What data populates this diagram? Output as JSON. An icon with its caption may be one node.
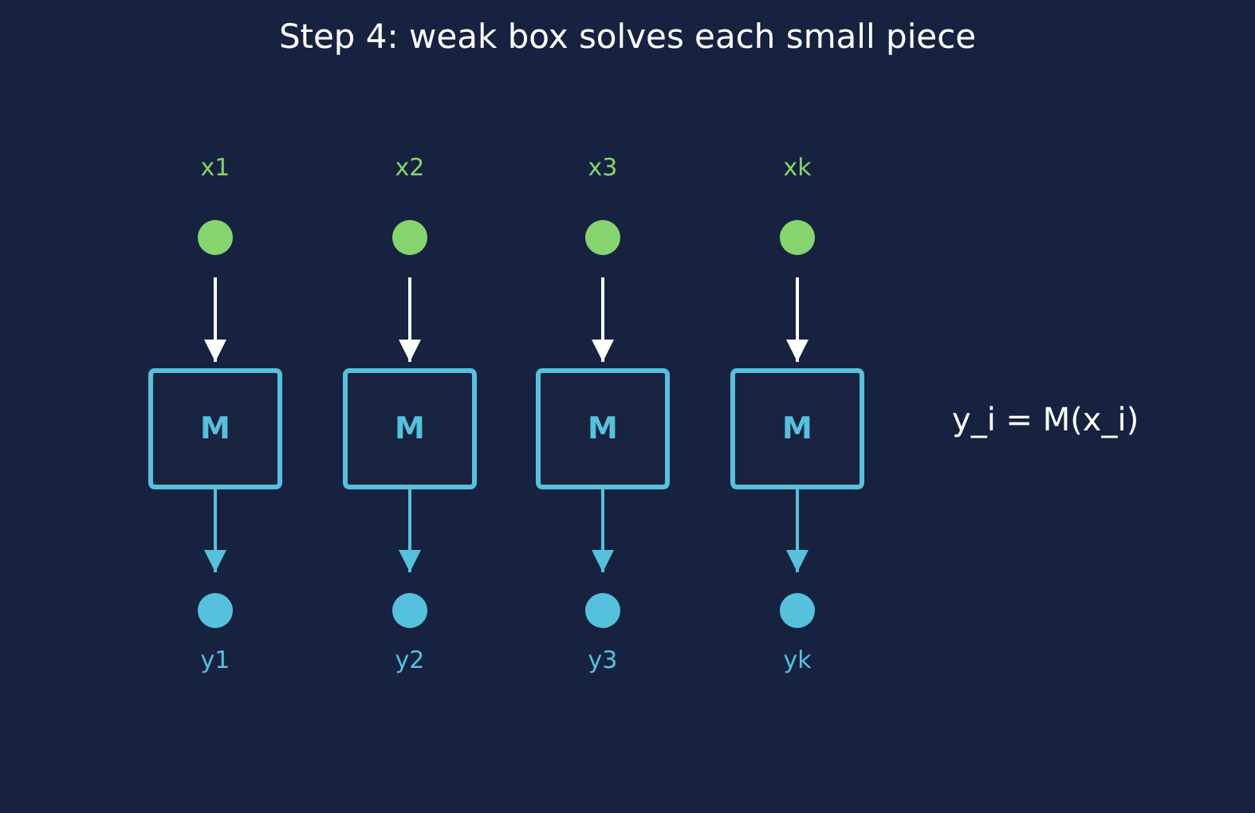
{
  "diagram": {
    "title": "Step 4: weak box solves each small piece",
    "nodes": [
      {
        "text": [],
        "shape": "circle",
        "beside": [
          "x1"
        ]
      },
      {
        "text": [],
        "shape": "circle",
        "beside": [
          "x2"
        ]
      },
      {
        "text": [],
        "shape": "circle",
        "beside": [
          "x3"
        ]
      },
      {
        "text": [],
        "shape": "circle",
        "beside": [
          "xk"
        ]
      },
      {
        "text": [
          "M"
        ]
      },
      {
        "text": [
          "M"
        ]
      },
      {
        "text": [
          "M"
        ]
      },
      {
        "text": [
          "M"
        ]
      },
      {
        "text": [],
        "shape": "circle",
        "beside": [
          "y1"
        ]
      },
      {
        "text": [],
        "shape": "circle",
        "beside": [
          "y2"
        ]
      },
      {
        "text": [],
        "shape": "circle",
        "beside": [
          "y3"
        ]
      },
      {
        "text": [],
        "shape": "circle",
        "beside": [
          "yk"
        ]
      }
    ],
    "edges": [
      {
        "from": 0,
        "to": 4,
        "arrow": "to"
      },
      {
        "from": 1,
        "to": 5,
        "arrow": "to"
      },
      {
        "from": 2,
        "to": 6,
        "arrow": "to"
      },
      {
        "from": 3,
        "to": 7,
        "arrow": "to"
      },
      {
        "from": 4,
        "to": 8,
        "arrow": "to",
        "color": "#56c1dc"
      },
      {
        "from": 5,
        "to": 9,
        "arrow": "to",
        "color": "#56c1dc"
      },
      {
        "from": 6,
        "to": 10,
        "arrow": "to",
        "color": "#56c1dc"
      },
      {
        "from": 7,
        "to": 11,
        "arrow": "to",
        "color": "#56c1dc"
      }
    ],
    "labels": [
      "y_i = M(x_i)"
    ]
  }
}
